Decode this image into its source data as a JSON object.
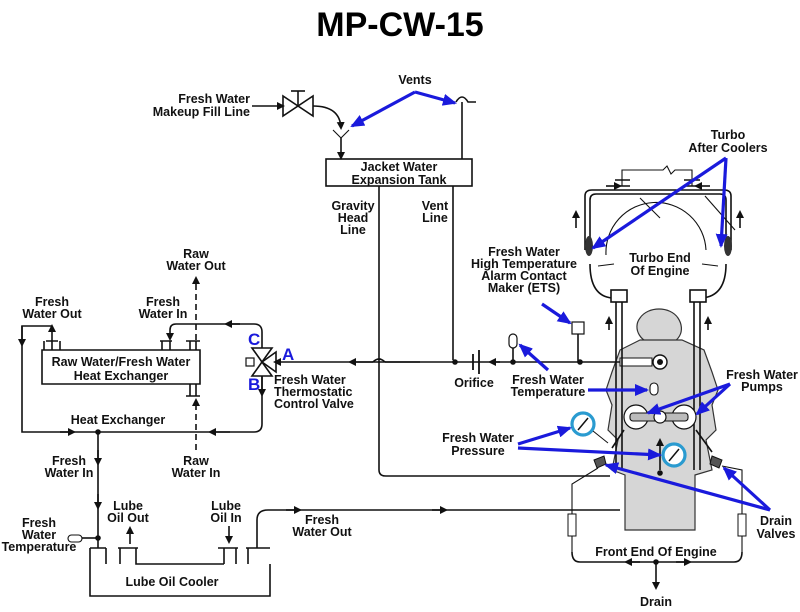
{
  "title": "MP-CW-15",
  "colors": {
    "callout": "#1a1adc",
    "gauge_ring": "#2a9bd0",
    "engine_fill": "#d6d6d6",
    "line": "#111111"
  },
  "labels": {
    "vents": "Vents",
    "makeup_fill": [
      "Fresh Water",
      "Makeup Fill Line"
    ],
    "expansion_tank": [
      "Jacket Water",
      "Expansion Tank"
    ],
    "gravity_head": [
      "Gravity",
      "Head",
      "Line"
    ],
    "vent_line": [
      "Vent",
      "Line"
    ],
    "turbo_after_coolers": [
      "Turbo",
      "After Coolers"
    ],
    "turbo_end": [
      "Turbo End",
      "Of Engine"
    ],
    "high_temp_alarm": [
      "Fresh Water",
      "High Temperature",
      "Alarm Contact",
      "Maker (ETS)"
    ],
    "raw_water_out": [
      "Raw",
      "Water Out"
    ],
    "hx_fresh_out": [
      "Fresh",
      "Water Out"
    ],
    "hx_fresh_in": [
      "Fresh",
      "Water In"
    ],
    "heat_exchanger_body": [
      "Raw Water/Fresh Water",
      "Heat Exchanger"
    ],
    "heat_exchanger": "Heat Exchanger",
    "port_a": "A",
    "port_b": "B",
    "port_c": "C",
    "thermostatic_valve": [
      "Fresh Water",
      "Thermostatic",
      "Control Valve"
    ],
    "orifice": "Orifice",
    "fw_temperature_engine": [
      "Fresh Water",
      "Temperature"
    ],
    "fw_pumps": [
      "Fresh Water",
      "Pumps"
    ],
    "fw_pressure": [
      "Fresh Water",
      "Pressure"
    ],
    "fresh_water_in": [
      "Fresh",
      "Water In"
    ],
    "raw_water_in": [
      "Raw",
      "Water In"
    ],
    "lube_oil_out": [
      "Lube",
      "Oil Out"
    ],
    "lube_oil_in": [
      "Lube",
      "Oil In"
    ],
    "fw_temperature_cooler": [
      "Fresh",
      "Water",
      "Temperature"
    ],
    "cooler_fresh_out": [
      "Fresh",
      "Water Out"
    ],
    "lube_oil_cooler": "Lube Oil Cooler",
    "front_end": "Front End Of Engine",
    "drain": "Drain",
    "drain_valves": [
      "Drain",
      "Valves"
    ]
  }
}
